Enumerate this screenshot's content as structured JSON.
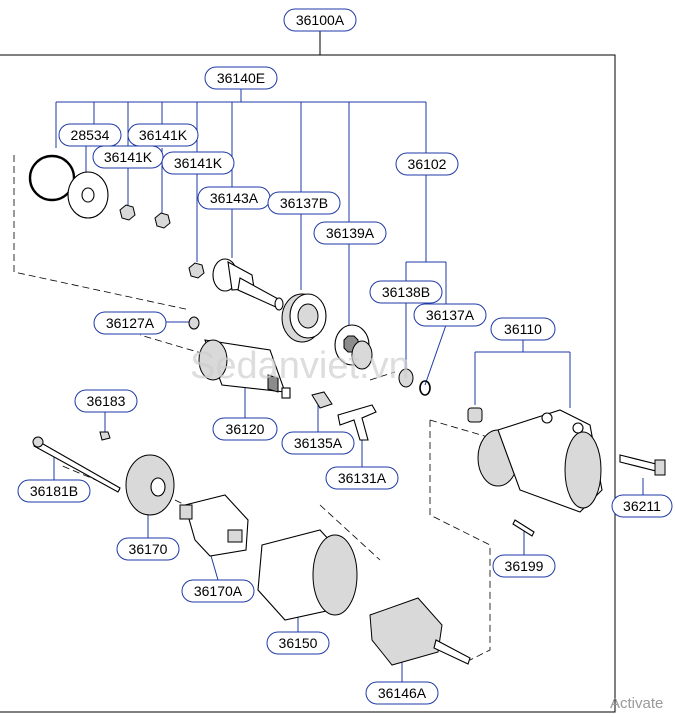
{
  "diagram": {
    "watermark": "Sedanviet.vn",
    "corner_text": "Activate",
    "labels": {
      "p36100A": "36100A",
      "p36140E": "36140E",
      "p28534": "28534",
      "p36141K_1": "36141K",
      "p36141K_2": "36141K",
      "p36141K_3": "36141K",
      "p36102": "36102",
      "p36143A": "36143A",
      "p36137B": "36137B",
      "p36139A": "36139A",
      "p36138B": "36138B",
      "p36137A": "36137A",
      "p36110": "36110",
      "p36127A": "36127A",
      "p36120": "36120",
      "p36135A": "36135A",
      "p36131A": "36131A",
      "p36183": "36183",
      "p36181B": "36181B",
      "p36170": "36170",
      "p36170A": "36170A",
      "p36150": "36150",
      "p36146A": "36146A",
      "p36199": "36199",
      "p36211": "36211"
    }
  }
}
